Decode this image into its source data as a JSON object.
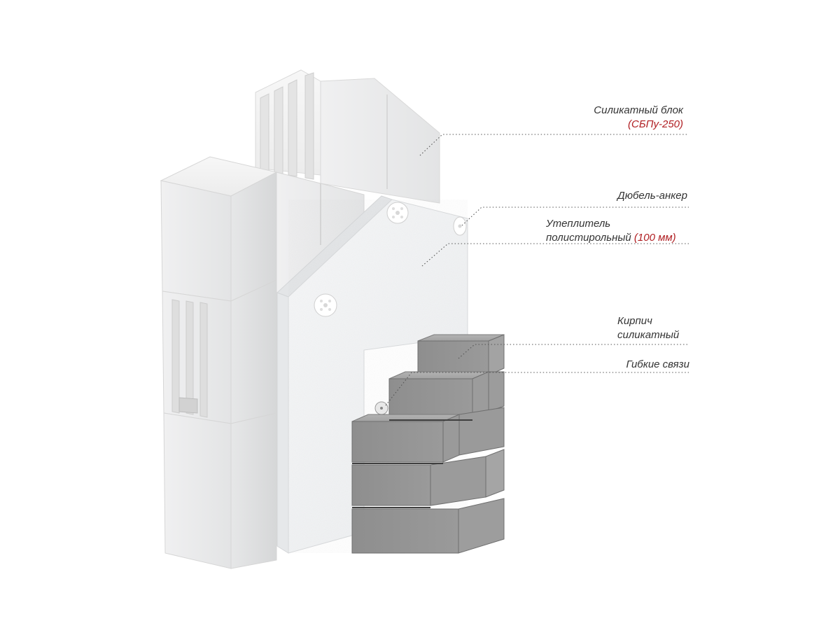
{
  "labels": {
    "silicate_block": {
      "text": "Силикатный блок",
      "accent": "(СБПу-250)"
    },
    "dowel_anchor": {
      "text": "Дюбель-анкер"
    },
    "insulation": {
      "line1": "Утеплитель",
      "line2": "полистирольный",
      "accent": "(100 мм)"
    },
    "brick": {
      "line1": "Кирпич",
      "line2": "силикатный"
    },
    "flexible_ties": {
      "text": "Гибкие связи"
    }
  },
  "colors": {
    "accent": "#b01e22",
    "label_text": "#333333",
    "block_face": "#eeeeee",
    "insulation": "#f4f5f6",
    "brick_gray": "#8d8d8d"
  }
}
